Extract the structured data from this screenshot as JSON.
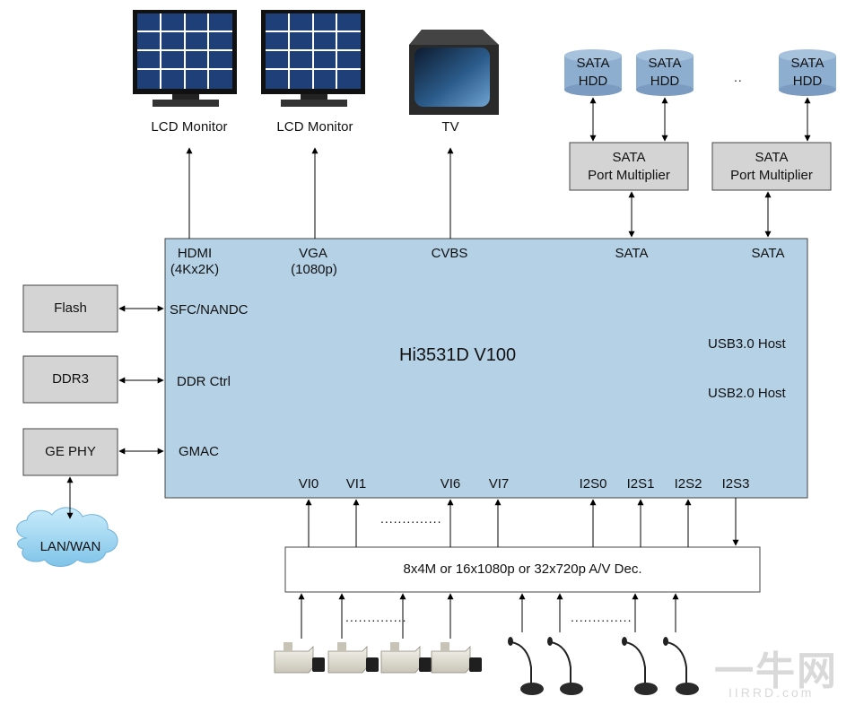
{
  "chip": {
    "title": "Hi3531D V100",
    "ports_top": {
      "hdmi": "HDMI",
      "hdmi_res": "(4Kx2K)",
      "vga": "VGA",
      "vga_res": "(1080p)",
      "cvbs": "CVBS",
      "sata1": "SATA",
      "sata2": "SATA"
    },
    "ports_left": {
      "sfc": "SFC/NANDC",
      "ddr_ctrl": "DDR Ctrl",
      "gmac": "GMAC"
    },
    "ports_right": {
      "usb3": "USB3.0 Host",
      "usb2": "USB2.0 Host"
    },
    "ports_bottom": {
      "vi0": "VI0",
      "vi1": "VI1",
      "vi6": "VI6",
      "vi7": "VI7",
      "i2s0": "I2S0",
      "i2s1": "I2S1",
      "i2s2": "I2S2",
      "i2s3": "I2S3"
    }
  },
  "outputs": {
    "lcd1": "LCD Monitor",
    "lcd2": "LCD Monitor",
    "tv": "TV"
  },
  "storage": {
    "hdd1": [
      "SATA",
      "HDD"
    ],
    "hdd2": [
      "SATA",
      "HDD"
    ],
    "hdd3": [
      "SATA",
      "HDD"
    ],
    "hdd_ellipsis": "..",
    "pm1": [
      "SATA",
      "Port Multiplier"
    ],
    "pm2": [
      "SATA",
      "Port Multiplier"
    ]
  },
  "left_devices": {
    "flash": "Flash",
    "ddr3": "DDR3",
    "ge_phy": "GE PHY",
    "lan_wan": "LAN/WAN"
  },
  "decoder": {
    "label": "8x4M or 16x1080p or 32x720p A/V Dec."
  },
  "ellipses": {
    "vi": "..............",
    "cameras": "..............",
    "mics": ".............."
  },
  "watermark": {
    "main": "一牛网",
    "sub": "IIRRD.com"
  },
  "colors": {
    "chip_fill": "#b5d1e6",
    "box_fill": "#d4d4d4",
    "hdd_fill": "#8eaed0",
    "cloud_fill": "#9fd4f0",
    "line": "#000000"
  }
}
